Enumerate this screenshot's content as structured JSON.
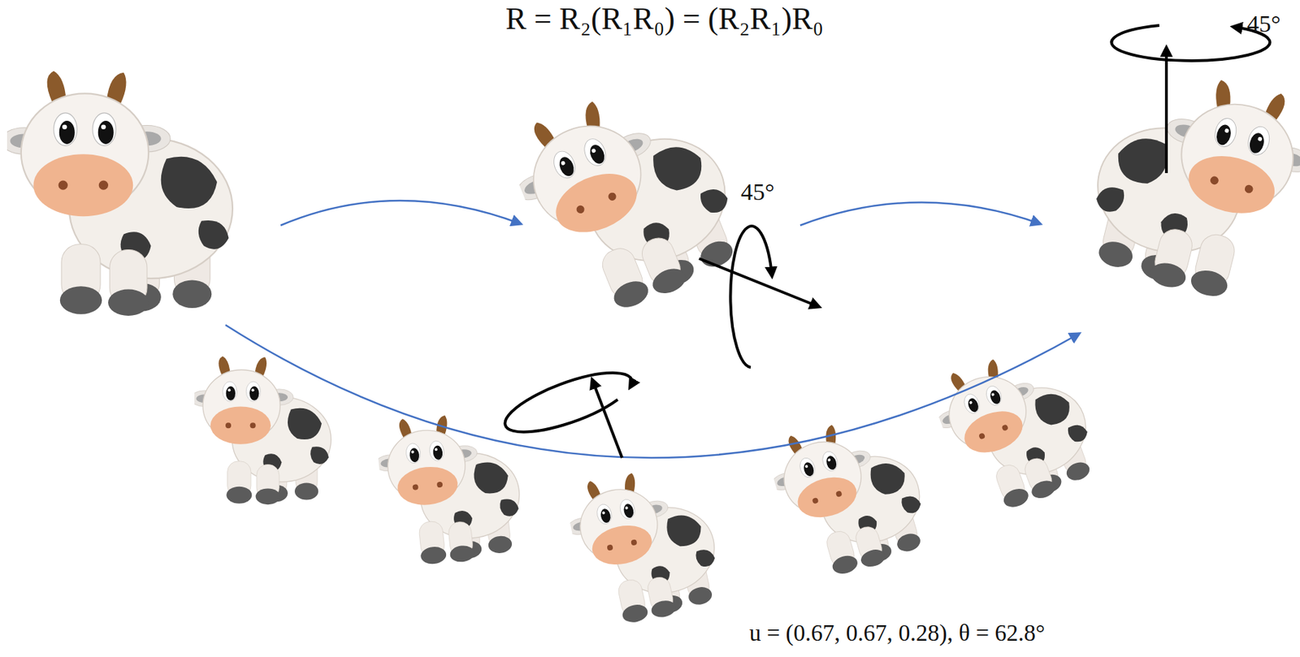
{
  "diagram": {
    "title": "R = R₂(R₁R₀) = (R₂R₁)R₀",
    "labels": [
      "45°",
      "45°",
      "u = (0.67, 0.67, 0.28), θ = 62.8°"
    ]
  }
}
